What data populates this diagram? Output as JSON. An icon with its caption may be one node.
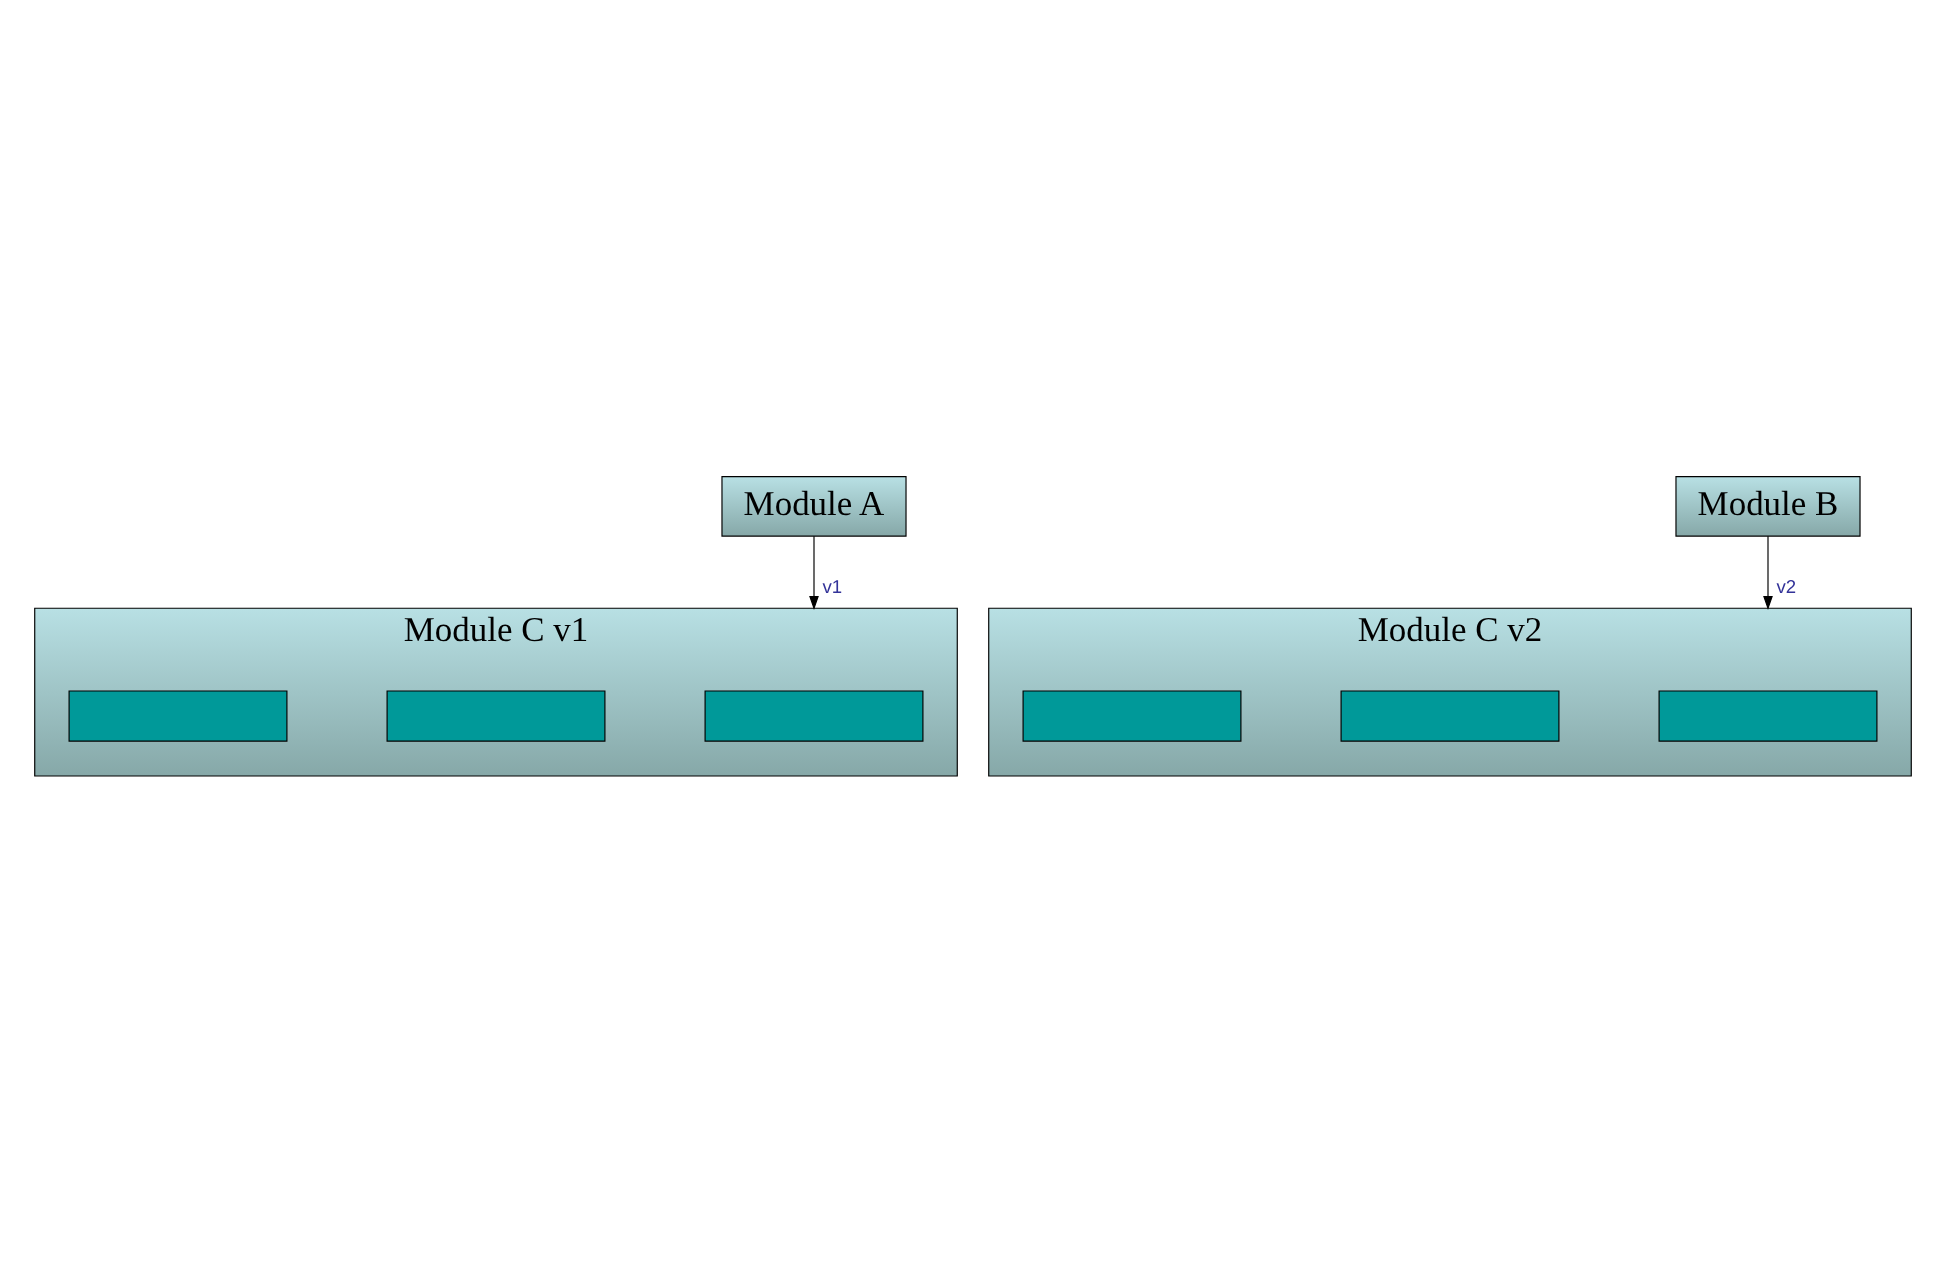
{
  "diagram": {
    "nodes": [
      {
        "text": [
          "Module A"
        ]
      },
      {
        "text": [
          "Module B"
        ]
      },
      {
        "text": [
          "Module C v1"
        ]
      },
      {
        "text": [],
        "shape": "box",
        "in": 2
      },
      {
        "text": [],
        "shape": "box",
        "in": 2
      },
      {
        "text": [],
        "shape": "box",
        "in": 2
      },
      {
        "text": [
          "Module C v2"
        ]
      },
      {
        "text": [],
        "shape": "box",
        "in": 6
      },
      {
        "text": [],
        "shape": "box",
        "in": 6
      },
      {
        "text": [],
        "shape": "box",
        "in": 6
      }
    ],
    "edges": [
      {
        "from": 0,
        "to": 2,
        "arrow": "to",
        "label": "v1"
      },
      {
        "from": 1,
        "to": 6,
        "arrow": "to",
        "label": "v2"
      }
    ]
  }
}
